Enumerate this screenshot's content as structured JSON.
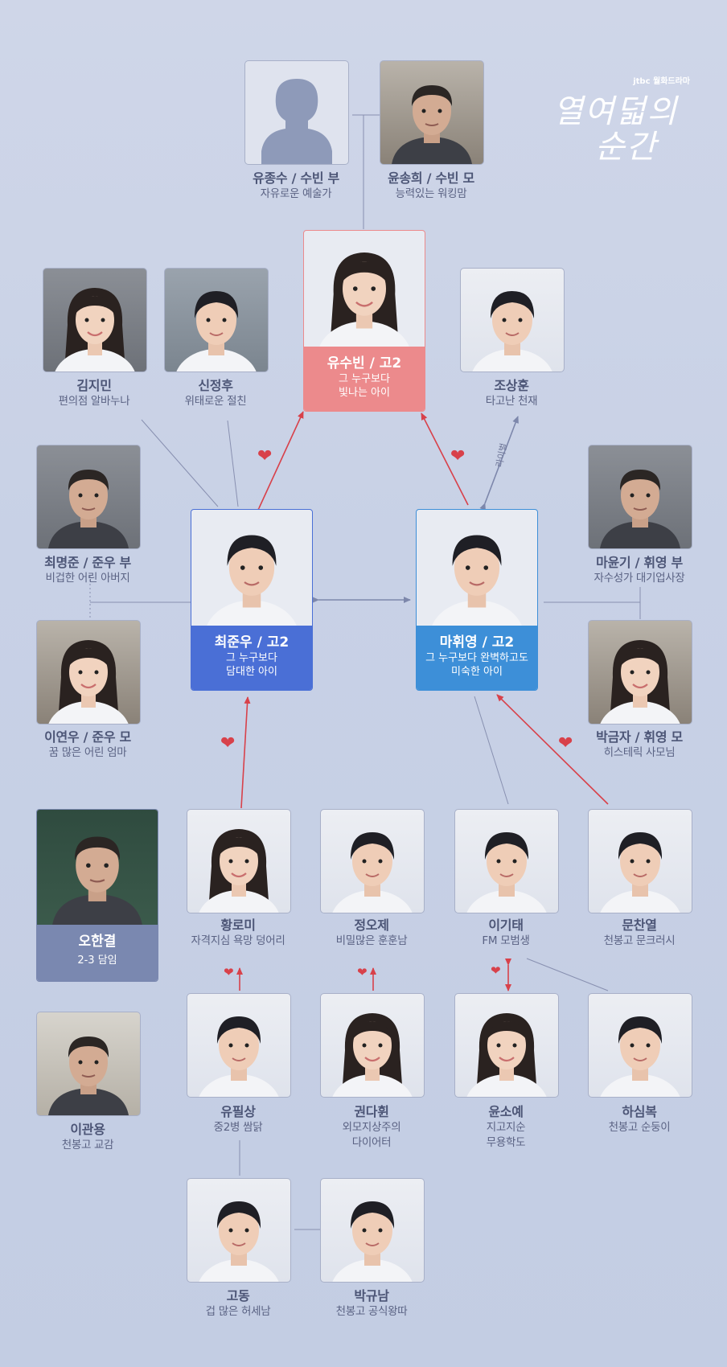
{
  "logo": {
    "brand": "jtbc 월화드라마",
    "title_line1": "열여덟의",
    "title_line2": "순간"
  },
  "rival_label": "라이벌",
  "colors": {
    "heart": "#d8414a",
    "line": "#8890b0",
    "arrow_red": "#d8414a",
    "arrow_blue": "#7d87ab",
    "card_pink": "#ec8a8c",
    "card_blue": "#4a6fd6",
    "card_lightblue": "#3d8fd8",
    "card_gray": "#7a88b0"
  },
  "people": {
    "yujongsu": {
      "name": "유종수 / 수빈 부",
      "desc": "자유로운 예술가",
      "icon": "person-silhouette-icon"
    },
    "yunsonghee": {
      "name": "윤송희 / 수빈 모",
      "desc": "능력있는 워킹맘"
    },
    "yusubin": {
      "name": "유수빈 / 고2",
      "desc1": "그 누구보다",
      "desc2": "빛나는 아이"
    },
    "kimjimin": {
      "name": "김지민",
      "desc": "편의점 알바누나"
    },
    "sinjeonghu": {
      "name": "신정후",
      "desc": "위태로운 절친"
    },
    "josanghun": {
      "name": "조상훈",
      "desc": "타고난 천재"
    },
    "choimyeongjun": {
      "name": "최명준 / 준우 부",
      "desc": "비겁한 어린 아버지"
    },
    "choijunwoo": {
      "name": "최준우 / 고2",
      "desc1": "그 누구보다",
      "desc2": "담대한 아이"
    },
    "mahwiyeong": {
      "name": "마휘영 / 고2",
      "desc1": "그 누구보다 완벽하고도",
      "desc2": "미숙한 아이"
    },
    "mayungi": {
      "name": "마윤기 / 휘영 부",
      "desc": "자수성가 대기업사장"
    },
    "leeyeonwoo": {
      "name": "이연우 / 준우 모",
      "desc": "꿈 많은 어린 엄마"
    },
    "parkgeumja": {
      "name": "박금자 / 휘영 모",
      "desc": "히스테릭 사모님"
    },
    "ohangyeol": {
      "name": "오한결",
      "desc": "2-3 담임"
    },
    "hwangromi": {
      "name": "황로미",
      "desc": "자격지심 욕망 덩어리"
    },
    "jeongoje": {
      "name": "정오제",
      "desc": "비밀많은 훈훈남"
    },
    "leegitae": {
      "name": "이기태",
      "desc": "FM 모범생"
    },
    "munchanyeol": {
      "name": "문찬열",
      "desc": "천봉고 문크러시"
    },
    "leegwanyong": {
      "name": "이관용",
      "desc": "천봉고 교감"
    },
    "yupilsang": {
      "name": "유필상",
      "desc": "중2병 쌈닭"
    },
    "gwondahwin": {
      "name": "권다휜",
      "desc1": "외모지상주의",
      "desc2": "다이어터"
    },
    "yunsoye": {
      "name": "윤소예",
      "desc1": "지고지순",
      "desc2": "무용학도"
    },
    "hasimbok": {
      "name": "하심복",
      "desc": "천봉고 순둥이"
    },
    "godong": {
      "name": "고동",
      "desc": "겁 많은 허세남"
    },
    "parkgyunam": {
      "name": "박규남",
      "desc": "천봉고 공식왕따"
    }
  },
  "hearts": {
    "symbol": "❤"
  }
}
